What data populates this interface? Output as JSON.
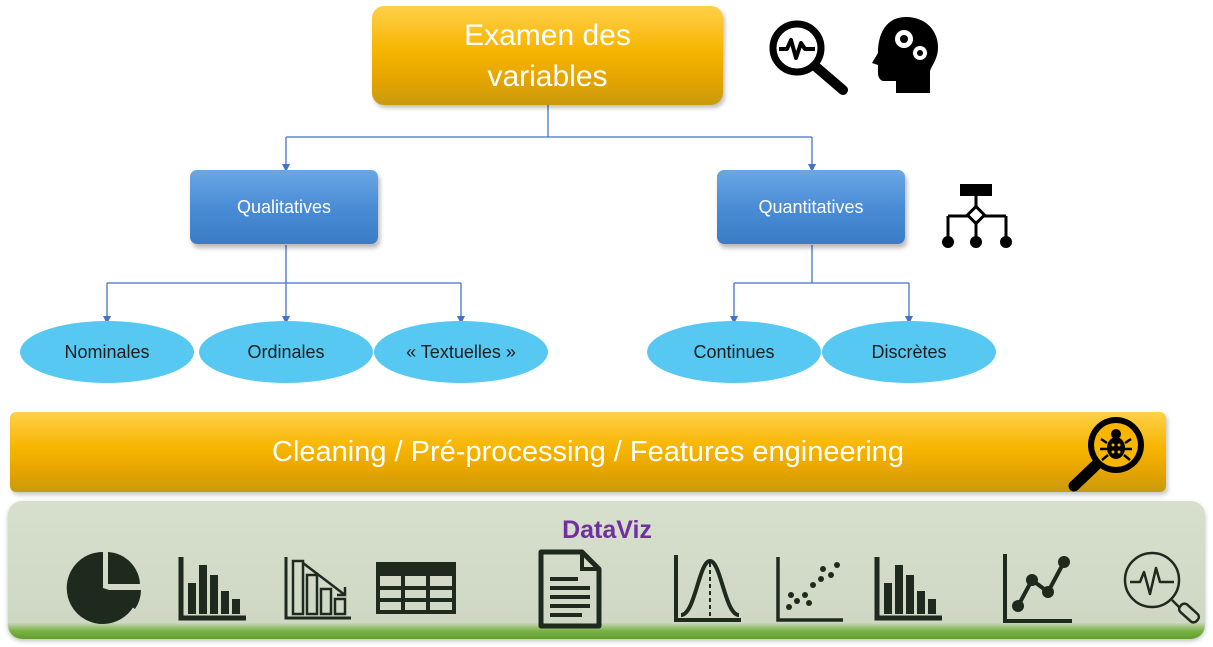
{
  "top_box": {
    "line1": "Examen des",
    "line2": "variables"
  },
  "categories": {
    "qualitative": {
      "label": "Qualitatives",
      "subtypes": [
        "Nominales",
        "Ordinales",
        "« Textuelles »"
      ]
    },
    "quantitative": {
      "label": "Quantitatives",
      "subtypes": [
        "Continues",
        "Discrètes"
      ]
    }
  },
  "cleaning_band": {
    "label": "Cleaning / Pré-processing / Features engineering"
  },
  "dataviz": {
    "title": "DataViz"
  },
  "icons": [
    "magnifier-pulse-icon",
    "head-gears-icon",
    "hierarchy-icon",
    "bug-magnifier-icon",
    "pie-chart-icon",
    "bar-chart-icon",
    "bar-chart-outline-icon",
    "table-icon",
    "document-icon",
    "bell-curve-icon",
    "scatter-plot-icon",
    "bar-chart-icon",
    "line-chart-icon",
    "magnifier-pulse-outline-icon"
  ],
  "colors": {
    "gold": "#f7b500",
    "blue_box": "#4a8cd6",
    "ellipse": "#56c8f2",
    "connector": "#4472c4",
    "dataviz_title": "#7030a0",
    "panel": "#d0d9c5",
    "icon_dark": "#1e2a1e"
  }
}
